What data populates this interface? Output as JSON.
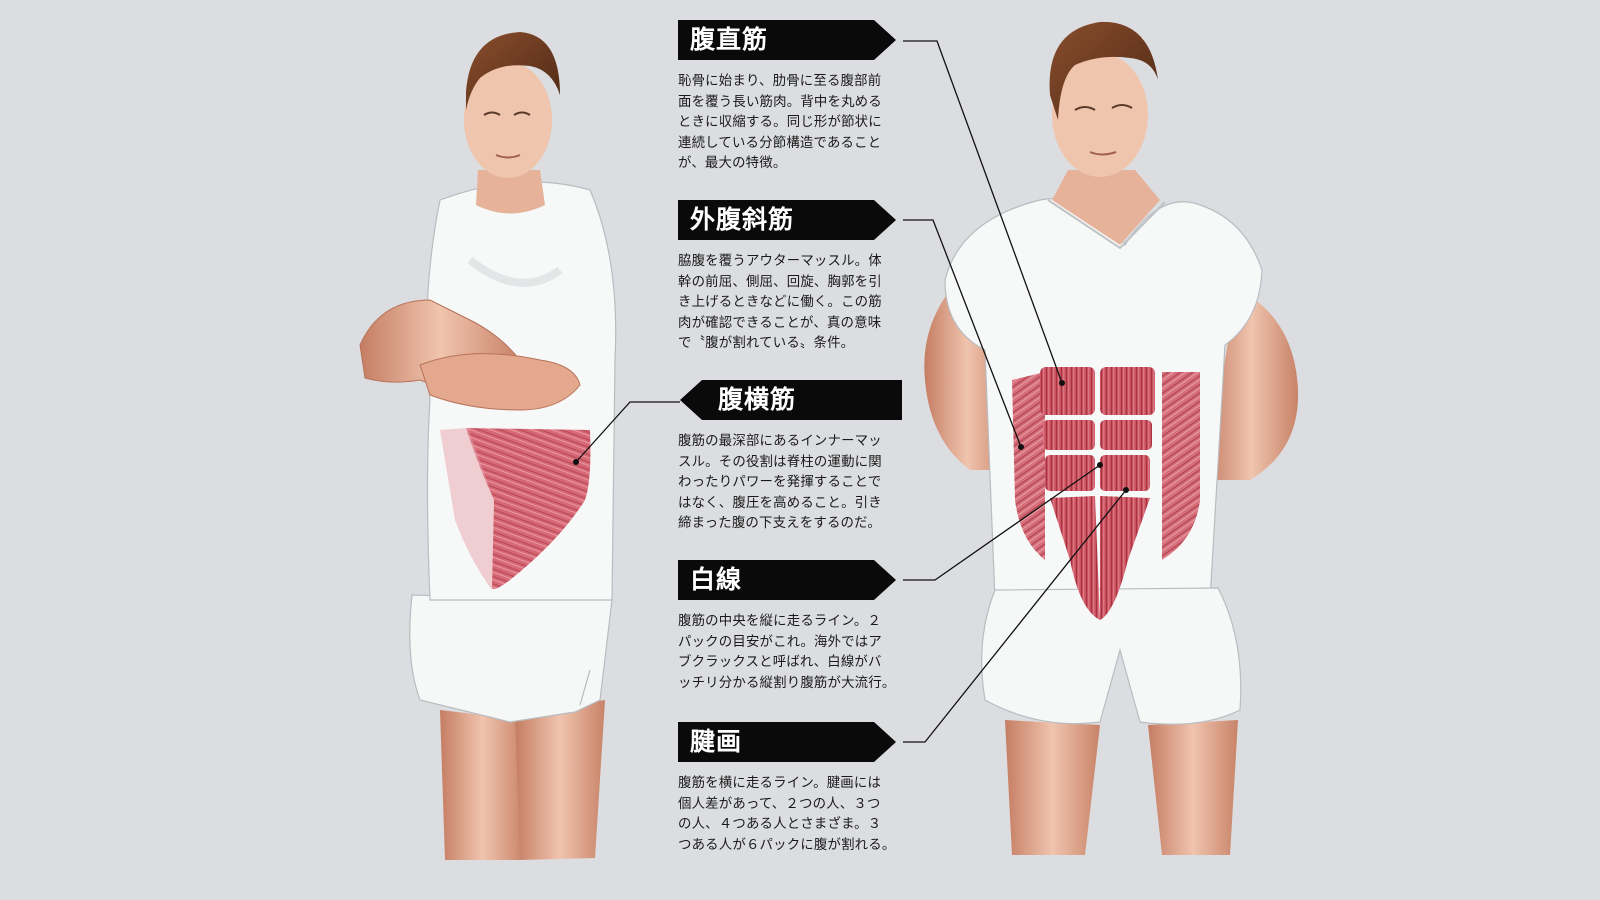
{
  "colors": {
    "background": "#dcdde0",
    "label_bg": "#0a0a0a",
    "label_text": "#ffffff",
    "body_text": "#1a1a1a",
    "muscle": "#c9505e",
    "muscle_dark": "#a8323f",
    "skin": "#e9b79f",
    "skin_shadow": "#c07a62",
    "hair": "#6b3a22",
    "shirt": "#f7f8f8",
    "shirt_shadow": "#c9cdd0"
  },
  "callouts": [
    {
      "id": "rectus-abdominis",
      "label": "腹直筋",
      "arrow": "right",
      "lines": [
        "恥骨に始まり、肋骨に至る腹部前",
        "面を覆う長い筋肉。背中を丸める",
        "ときに収縮する。同じ形が節状に",
        "連続している分節構造であること",
        "が、最大の特徴。"
      ]
    },
    {
      "id": "external-oblique",
      "label": "外腹斜筋",
      "arrow": "right",
      "lines": [
        "脇腹を覆うアウターマッスル。体",
        "幹の前屈、側屈、回旋、胸郭を引",
        "き上げるときなどに働く。この筋",
        "肉が確認できることが、真の意味",
        "で〝腹が割れている〟条件。"
      ]
    },
    {
      "id": "transversus-abdominis",
      "label": "腹横筋",
      "arrow": "left",
      "lines": [
        "腹筋の最深部にあるインナーマッ",
        "スル。その役割は脊柱の運動に関",
        "わったりパワーを発揮することで",
        "はなく、腹圧を高めること。引き",
        "締まった腹の下支えをするのだ。"
      ]
    },
    {
      "id": "linea-alba",
      "label": "白線",
      "arrow": "right",
      "lines": [
        "腹筋の中央を縦に走るライン。２",
        "パックの目安がこれ。海外ではア",
        "ブクラックスと呼ばれ、白線がバ",
        "ッチリ分かる縦割り腹筋が大流行。"
      ]
    },
    {
      "id": "tendinous-intersection",
      "label": "腱画",
      "arrow": "right",
      "lines": [
        "腹筋を横に走るライン。腱画には",
        "個人差があって、２つの人、３つ",
        "の人、４つある人とさまざま。３",
        "つある人が６パックに腹が割れる。"
      ]
    }
  ],
  "figures": [
    {
      "id": "left-figure",
      "pose": "side view, arms crossed",
      "highlight": "腹横筋"
    },
    {
      "id": "right-figure",
      "pose": "front view, hands behind back",
      "highlight": "腹直筋・外腹斜筋"
    }
  ]
}
